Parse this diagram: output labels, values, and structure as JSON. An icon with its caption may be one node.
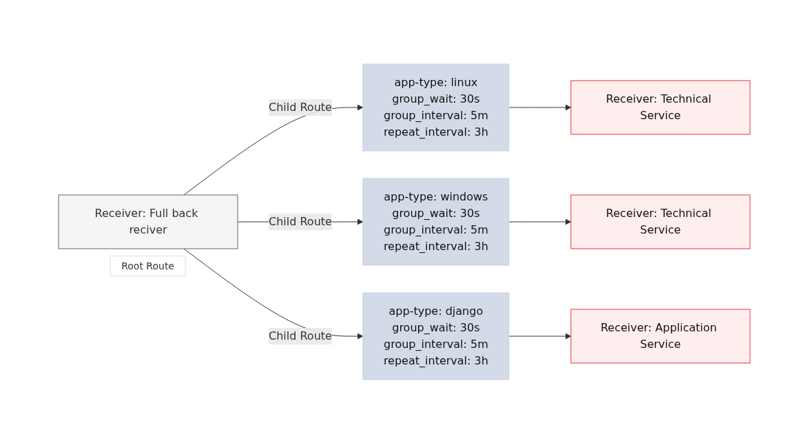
{
  "diagram": {
    "nodes": [
      {
        "text": [
          "Receiver: Full back reciver"
        ],
        "beside": [
          "Root Route"
        ]
      },
      {
        "text": [
          "app-type: linux",
          "group_wait: 30s",
          "group_interval: 5m",
          "repeat_interval: 3h"
        ]
      },
      {
        "text": [
          "app-type: windows",
          "group_wait: 30s",
          "group_interval: 5m",
          "repeat_interval: 3h"
        ]
      },
      {
        "text": [
          "app-type: django",
          "group_wait: 30s",
          "group_interval: 5m",
          "repeat_interval: 3h"
        ]
      },
      {
        "text": [
          "Receiver: Technical Service"
        ]
      },
      {
        "text": [
          "Receiver: Technical Service"
        ]
      },
      {
        "text": [
          "Receiver: Application Service"
        ]
      }
    ],
    "edges": [
      {
        "from": 0,
        "to": 1,
        "arrow": "to",
        "label": "Child Route"
      },
      {
        "from": 0,
        "to": 2,
        "arrow": "to",
        "label": "Child Route"
      },
      {
        "from": 0,
        "to": 3,
        "arrow": "to",
        "label": "Child Route"
      },
      {
        "from": 1,
        "to": 4,
        "arrow": "to"
      },
      {
        "from": 2,
        "to": 5,
        "arrow": "to"
      },
      {
        "from": 3,
        "to": 6,
        "arrow": "to"
      }
    ]
  }
}
